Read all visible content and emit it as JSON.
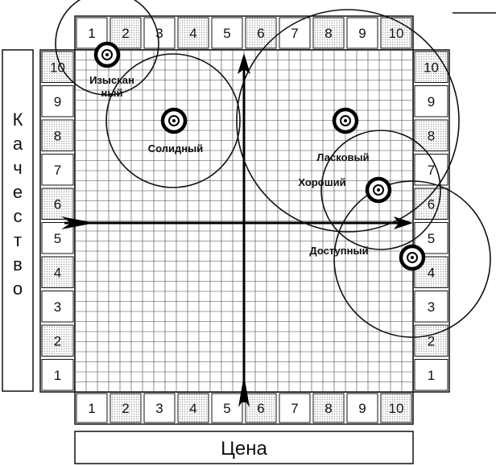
{
  "axes": {
    "x_title": "Цена",
    "y_title_letters": [
      "К",
      "а",
      "ч",
      "е",
      "с",
      "т",
      "в",
      "о"
    ],
    "x_ticks": [
      "1",
      "2",
      "3",
      "4",
      "5",
      "6",
      "7",
      "8",
      "9",
      "10"
    ],
    "y_ticks": [
      "1",
      "2",
      "3",
      "4",
      "5",
      "6",
      "7",
      "8",
      "9",
      "10"
    ]
  },
  "brands": [
    {
      "id": "izyskannyi",
      "lines": [
        "Изыскан",
        "ный"
      ]
    },
    {
      "id": "solidnyi",
      "lines": [
        "Солидный"
      ]
    },
    {
      "id": "laskovyi",
      "lines": [
        "Ласковый"
      ]
    },
    {
      "id": "khoroshii",
      "lines": [
        "Хороший"
      ]
    },
    {
      "id": "dostupnyi",
      "lines": [
        "Доступный"
      ]
    }
  ]
}
